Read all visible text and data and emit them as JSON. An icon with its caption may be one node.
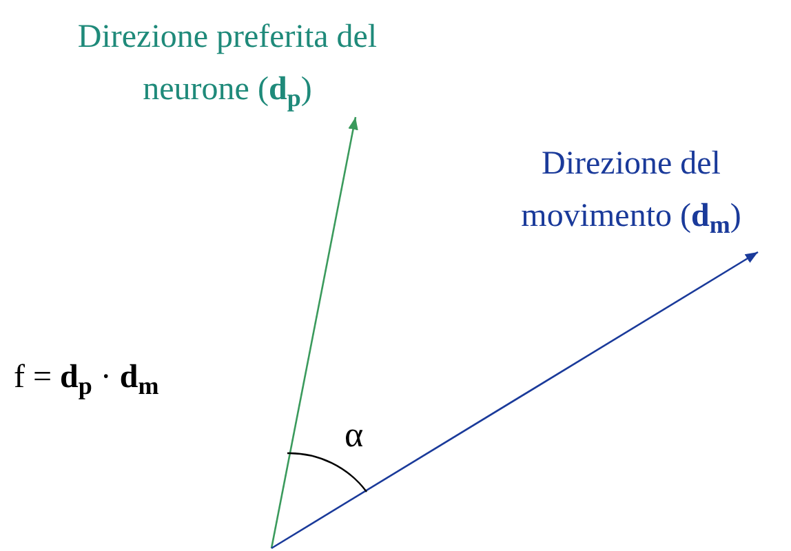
{
  "diagram": {
    "nodes": [
      {
        "text": [
          "Direzione preferita del neurone (**d**$_{p}$)"
        ]
      },
      {
        "text": [
          "Direzione del movimento (**d**$_{m}$)"
        ]
      }
    ],
    "edges": [
      {
        "from": null,
        "to": 0,
        "arrow": "to",
        "color": "#3a9a5c"
      },
      {
        "from": null,
        "to": 1,
        "arrow": "to",
        "color": "#1a3a9a"
      }
    ],
    "labels": [
      "f  =  **d**$_{p}$ · **d**$_{m}$",
      "α"
    ]
  }
}
